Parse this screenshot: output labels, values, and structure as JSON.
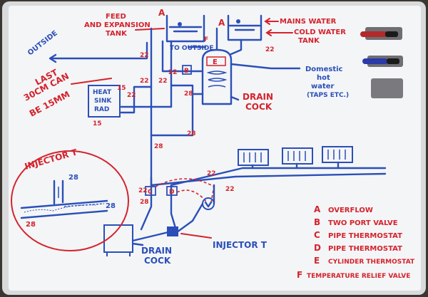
{
  "labels": {
    "feed_tank": [
      "FEED",
      "AND EXPANSION",
      "TANK"
    ],
    "outside": "OUTSIDE",
    "to_outside": "TO OUTSIDE",
    "mains_water": "MAINS WATER",
    "cold_water_tank": [
      "COLD WATER",
      "TANK"
    ],
    "domestic_hot_water": [
      "Domestic",
      "hot",
      "water",
      "(TAPS ETC.)"
    ],
    "drain_cock_upper": [
      "DRAIN",
      "COCK"
    ],
    "drain_cock_lower": [
      "DRAIN",
      "COCK"
    ],
    "last_30cm": [
      "LAST",
      "30CM CAN",
      "BE 15MM"
    ],
    "heat_sink_rad": [
      "HEAT",
      "SINK",
      "RAD"
    ],
    "injector_t_title": "INJECTOR T",
    "injector_t": "INJECTOR T",
    "tank_a1": "A",
    "tank_a2": "A",
    "b": "B",
    "c": "C",
    "d": "D",
    "e": "E",
    "f": "F"
  },
  "pipe_sizes": {
    "s22_a": "22",
    "s22_b": "22",
    "s22_c": "22",
    "s22_d": "22",
    "s22_e": "22",
    "s22_f": "22",
    "s22_g": "22",
    "s22_h": "22",
    "s22_i": "22",
    "s28_a": "28",
    "s28_b": "28",
    "s28_c": "28",
    "s28_d": "28",
    "s28_e": "28",
    "s28_f": "28",
    "s28_g": "28",
    "s15_a": "15",
    "s15_b": "15"
  },
  "legend": [
    {
      "key": "A",
      "text": "OVERFLOW"
    },
    {
      "key": "B",
      "text": "TWO PORT VALVE"
    },
    {
      "key": "C",
      "text": "PIPE THERMOSTAT"
    },
    {
      "key": "D",
      "text": "PIPE THERMOSTAT"
    },
    {
      "key": "E",
      "text": "CYLINDER THERMOSTAT"
    },
    {
      "key": "F",
      "text": "TEMPERATURE RELIEF VALVE"
    }
  ],
  "colors": {
    "board": "#f4f5f7",
    "frame": "#d9dadc",
    "blue_marker": "#2a4fb8",
    "red_marker": "#d4232c"
  }
}
